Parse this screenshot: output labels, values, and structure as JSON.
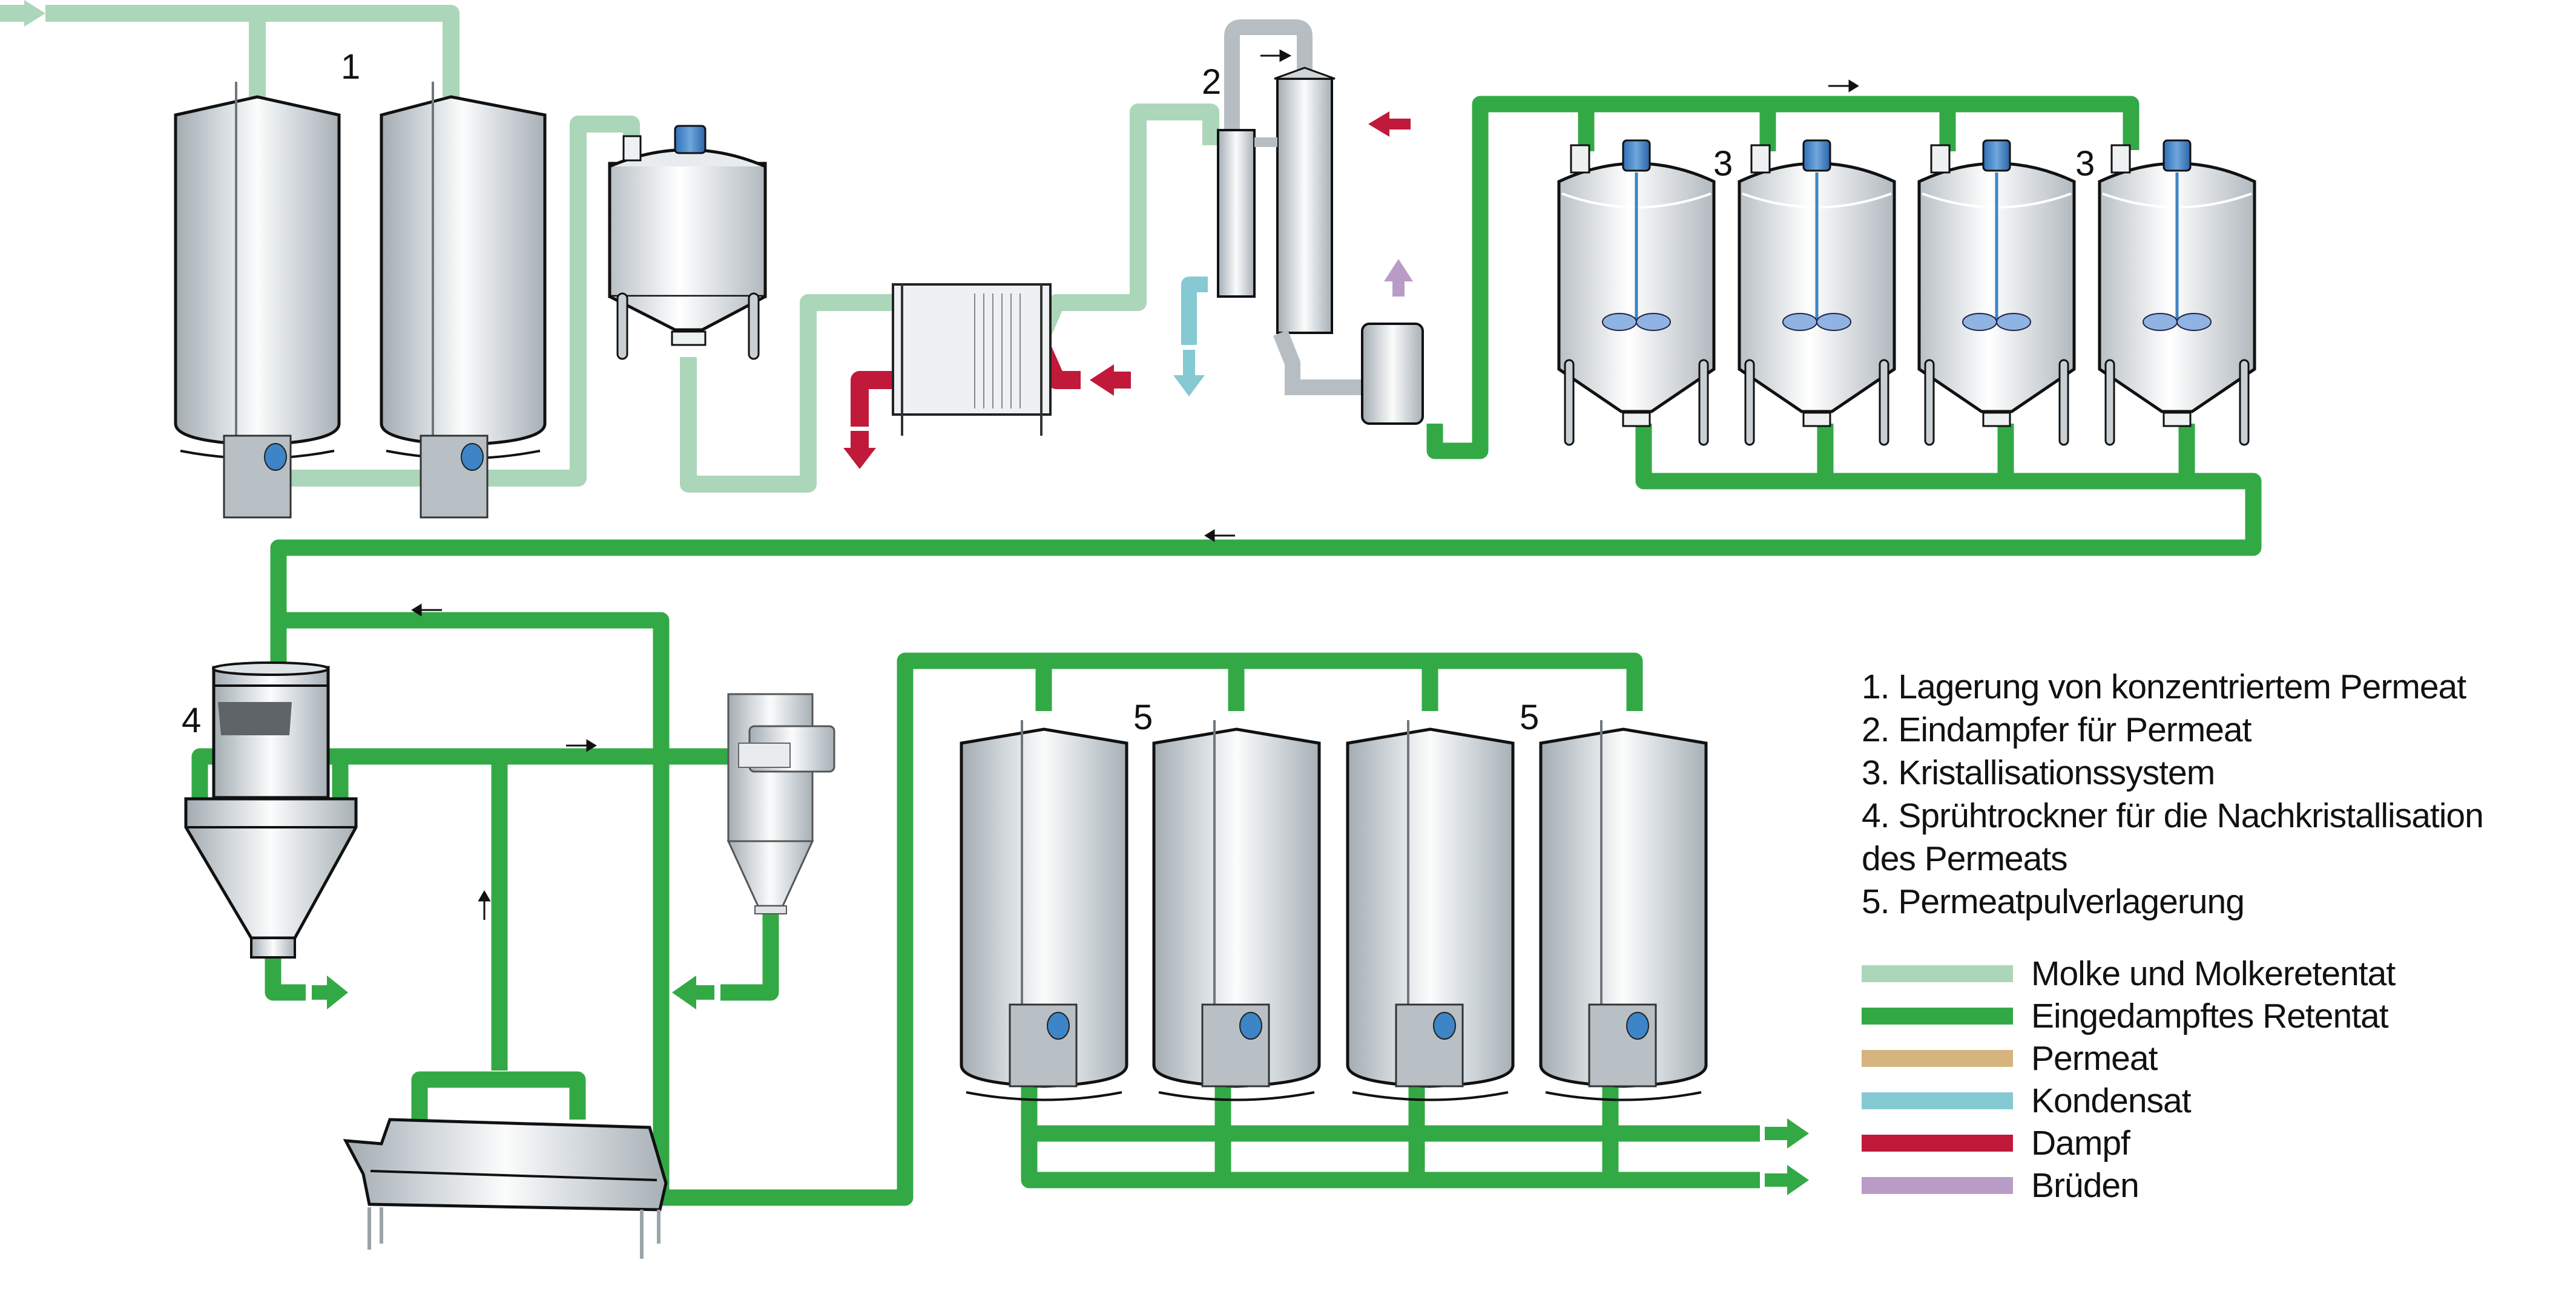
{
  "title": "Prozessschema Permeatpulverherstellung",
  "equipment_labels": {
    "storage_tanks": "1",
    "evaporator": "2",
    "crystallization_a": "3",
    "crystallization_b": "3",
    "spray_dryer": "4",
    "powder_storage_a": "5",
    "powder_storage_b": "5"
  },
  "steps": [
    {
      "text": "1. Lagerung von konzentriertem Permeat"
    },
    {
      "text": "2. Eindampfer für Permeat"
    },
    {
      "text": "3. Kristallisationssystem"
    },
    {
      "text": "4. Sprühtrockner für die Nachkristallisation"
    },
    {
      "text": "des Permeats"
    },
    {
      "text": "5. Permeatpulverlagerung"
    }
  ],
  "legend": [
    {
      "label": "Molke und Molkeretentat",
      "color": "#acd6b9"
    },
    {
      "label": "Eingedampftes Retentat",
      "color": "#33a946"
    },
    {
      "label": "Permeat",
      "color": "#d6b47f"
    },
    {
      "label": "Kondensat",
      "color": "#85cad2"
    },
    {
      "label": "Dampf",
      "color": "#c1193a"
    },
    {
      "label": "Brüden",
      "color": "#b99cc6"
    }
  ],
  "colors": {
    "whey": "#acd6b9",
    "retentate": "#33a946",
    "condensate": "#85cad2",
    "steam": "#c1193a",
    "vapour": "#b99cc6",
    "motor": "#3d85c6",
    "steel_light": "#f2f4f5",
    "steel_dark": "#a7b0b6"
  }
}
